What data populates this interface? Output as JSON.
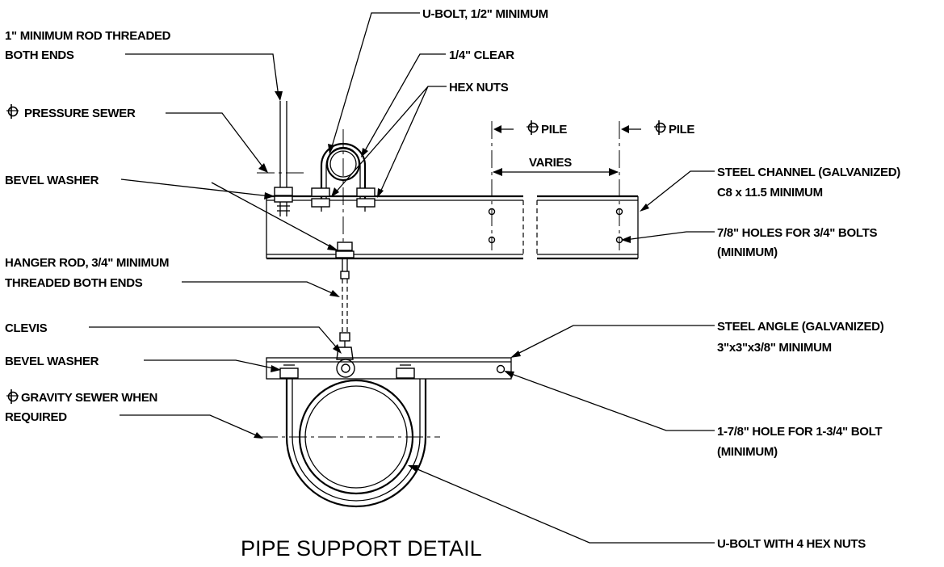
{
  "title": "PIPE SUPPORT DETAIL",
  "labels": {
    "rod": [
      "1\" MINIMUM ROD THREADED",
      "BOTH ENDS"
    ],
    "pressure_sewer": "PRESSURE SEWER",
    "bevel_washer_top": "BEVEL WASHER",
    "hanger_rod": [
      "HANGER ROD, 3/4\" MINIMUM",
      "THREADED BOTH ENDS"
    ],
    "clevis": "CLEVIS",
    "bevel_washer_bottom": "BEVEL WASHER",
    "gravity_sewer": [
      "GRAVITY SEWER WHEN",
      "REQUIRED"
    ],
    "u_bolt_top": "U-BOLT, 1/2\" MINIMUM",
    "clear": "1/4\" CLEAR",
    "hex_nuts": "HEX NUTS",
    "pile_left": "PILE",
    "pile_right": "PILE",
    "varies": "VARIES",
    "steel_channel": [
      "STEEL CHANNEL (GALVANIZED)",
      "C8 x 11.5 MINIMUM"
    ],
    "holes": [
      "7/8\" HOLES FOR 3/4\" BOLTS",
      "(MINIMUM)"
    ],
    "steel_angle": [
      "STEEL ANGLE (GALVANIZED)",
      "3\"x3\"x3/8\" MINIMUM"
    ],
    "big_hole": [
      "1-7/8\" HOLE FOR 1-3/4\" BOLT",
      "(MINIMUM)"
    ],
    "u_bolt_bottom": "U-BOLT WITH 4 HEX NUTS"
  }
}
